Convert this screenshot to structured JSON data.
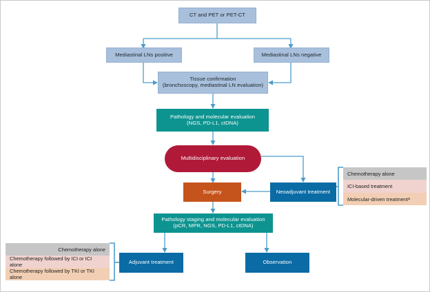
{
  "diagram": {
    "title": "Mediastinal staging and treatment algorithm flowchart",
    "colors": {
      "light_blue_box": "#a8c0dc",
      "teal_box": "#0d9490",
      "red_box": "#b01a38",
      "orange_box": "#c4541c",
      "blue_box": "#0a6ba5",
      "connector": "#4b9cc9",
      "option_grey": "#c6c6c6",
      "option_pink": "#f0d3cf",
      "option_peach": "#f2cfb4"
    },
    "nodes": {
      "imaging": "CT and PET or PET-CT",
      "ln_positive": "Mediastinal LNs positive",
      "ln_negative": "Mediastinal LNs negative",
      "tissue_confirmation_line1": "Tissue confirmation",
      "tissue_confirmation_line2": "(bronchoscopy, mediastinal LN evaluation)",
      "pathology_eval_line1": "Pathology and molecular evaluation",
      "pathology_eval_line2": "(NGS, PD-L1, ctDNA)",
      "multidisciplinary": "Multidisciplinary evaluation",
      "surgery": "Surgery",
      "neoadjuvant": "Neoadjuvant treatment",
      "pathology_staging_line1": "Pathology staging and molecular evaluation",
      "pathology_staging_line2": "(pCR, MPR, NGS, PD-L1, ctDNA)",
      "adjuvant": "Adjuvant treatment",
      "observation": "Observation"
    },
    "neoadjuvant_options": [
      "Chemotherapy alone",
      "ICI-based treatment",
      "Molecular-driven treatment"
    ],
    "neoadjuvant_options_marker": "a",
    "adjuvant_options": [
      "Chemotherapy alone",
      "Chemotherapy followed by ICI or ICI alone",
      "Chemotherapy followed by TKI or TKI alone"
    ]
  }
}
